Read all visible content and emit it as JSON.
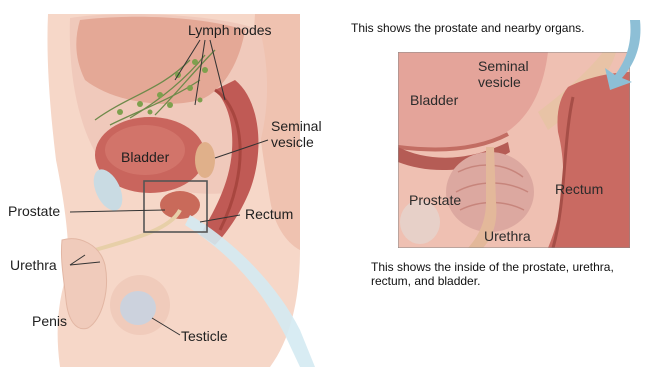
{
  "main_diagram": {
    "labels": {
      "lymph_nodes": "Lymph nodes",
      "bladder": "Bladder",
      "seminal_vesicle_line1": "Seminal",
      "seminal_vesicle_line2": "vesicle",
      "prostate": "Prostate",
      "rectum": "Rectum",
      "urethra": "Urethra",
      "penis": "Penis",
      "testicle": "Testicle"
    }
  },
  "inset": {
    "caption_top": "This shows the prostate and nearby organs.",
    "labels": {
      "seminal_vesicle_line1": "Seminal",
      "seminal_vesicle_line2": "vesicle",
      "bladder": "Bladder",
      "prostate": "Prostate",
      "rectum": "Rectum",
      "urethra": "Urethra"
    },
    "caption_bottom_line1": "This shows the inside of the prostate, urethra,",
    "caption_bottom_line2": "rectum, and bladder."
  }
}
